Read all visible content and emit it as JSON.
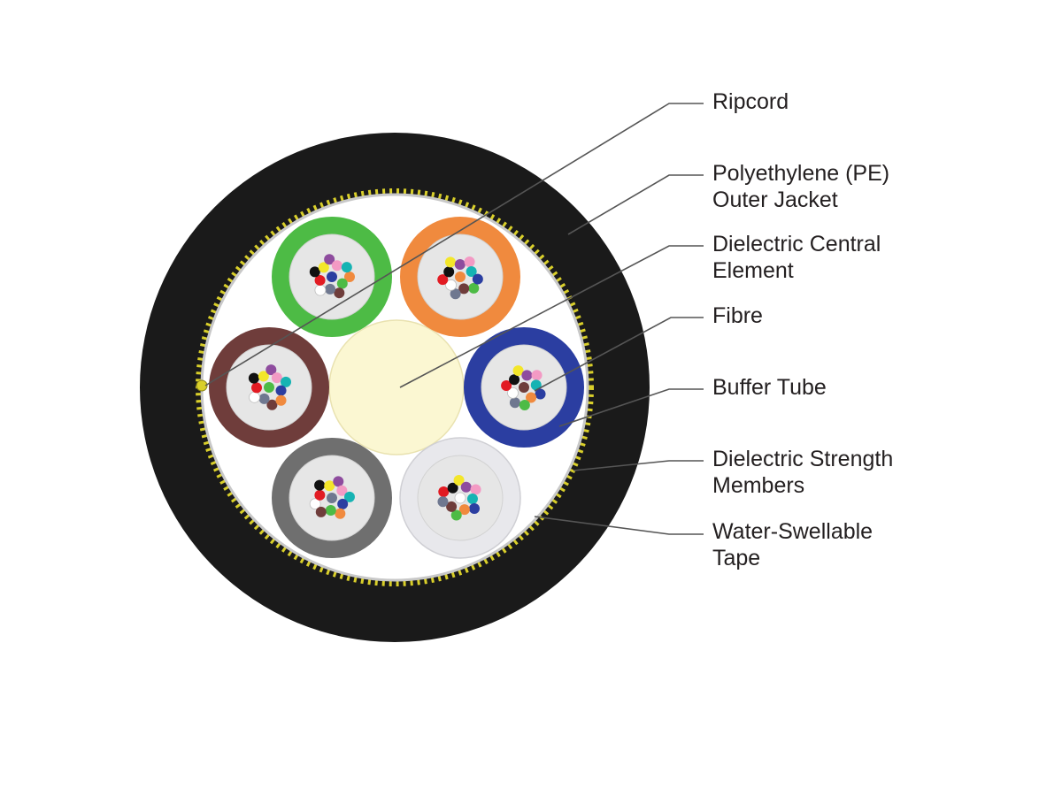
{
  "labels": {
    "ripcord": [
      "Ripcord"
    ],
    "outer_jacket": [
      "Polyethylene (PE)",
      "Outer Jacket"
    ],
    "central_element": [
      "Dielectric Central",
      "Element"
    ],
    "fibre": [
      "Fibre"
    ],
    "buffer_tube": [
      "Buffer Tube"
    ],
    "strength_members": [
      "Dielectric Strength",
      "Members"
    ],
    "water_tape": [
      "Water-Swellable",
      "Tape"
    ]
  },
  "colors": {
    "jacket": "#1a1a1a",
    "tape": "#ffffff",
    "tape_rim": "#c8c8c8",
    "strength_yarn": "#d9cf2a",
    "central_element": "#fbf7d2",
    "tube_core": "#e6e6e6",
    "leader_line": "#555555",
    "tube_green": "#4dbb45",
    "tube_orange": "#f08a3e",
    "tube_brown": "#6f3d3b",
    "tube_blue": "#2b3ea1",
    "tube_grey": "#6f6f6f",
    "tube_white": "#e8e8ec"
  },
  "buffer_tubes": [
    {
      "name": "green",
      "color": "#4dbb45"
    },
    {
      "name": "orange",
      "color": "#f08a3e"
    },
    {
      "name": "brown",
      "color": "#6f3d3b"
    },
    {
      "name": "blue",
      "color": "#2b3ea1"
    },
    {
      "name": "grey",
      "color": "#6f6f6f"
    },
    {
      "name": "white",
      "color": "#e8e8ec"
    }
  ],
  "fibre_colors": [
    "#2b3ea1",
    "#f08a3e",
    "#4dbb45",
    "#6f3d3b",
    "#6f7890",
    "#ffffff",
    "#e21b23",
    "#111111",
    "#f3e62a",
    "#8e4c9e",
    "#f39ac4",
    "#16b3b3"
  ]
}
